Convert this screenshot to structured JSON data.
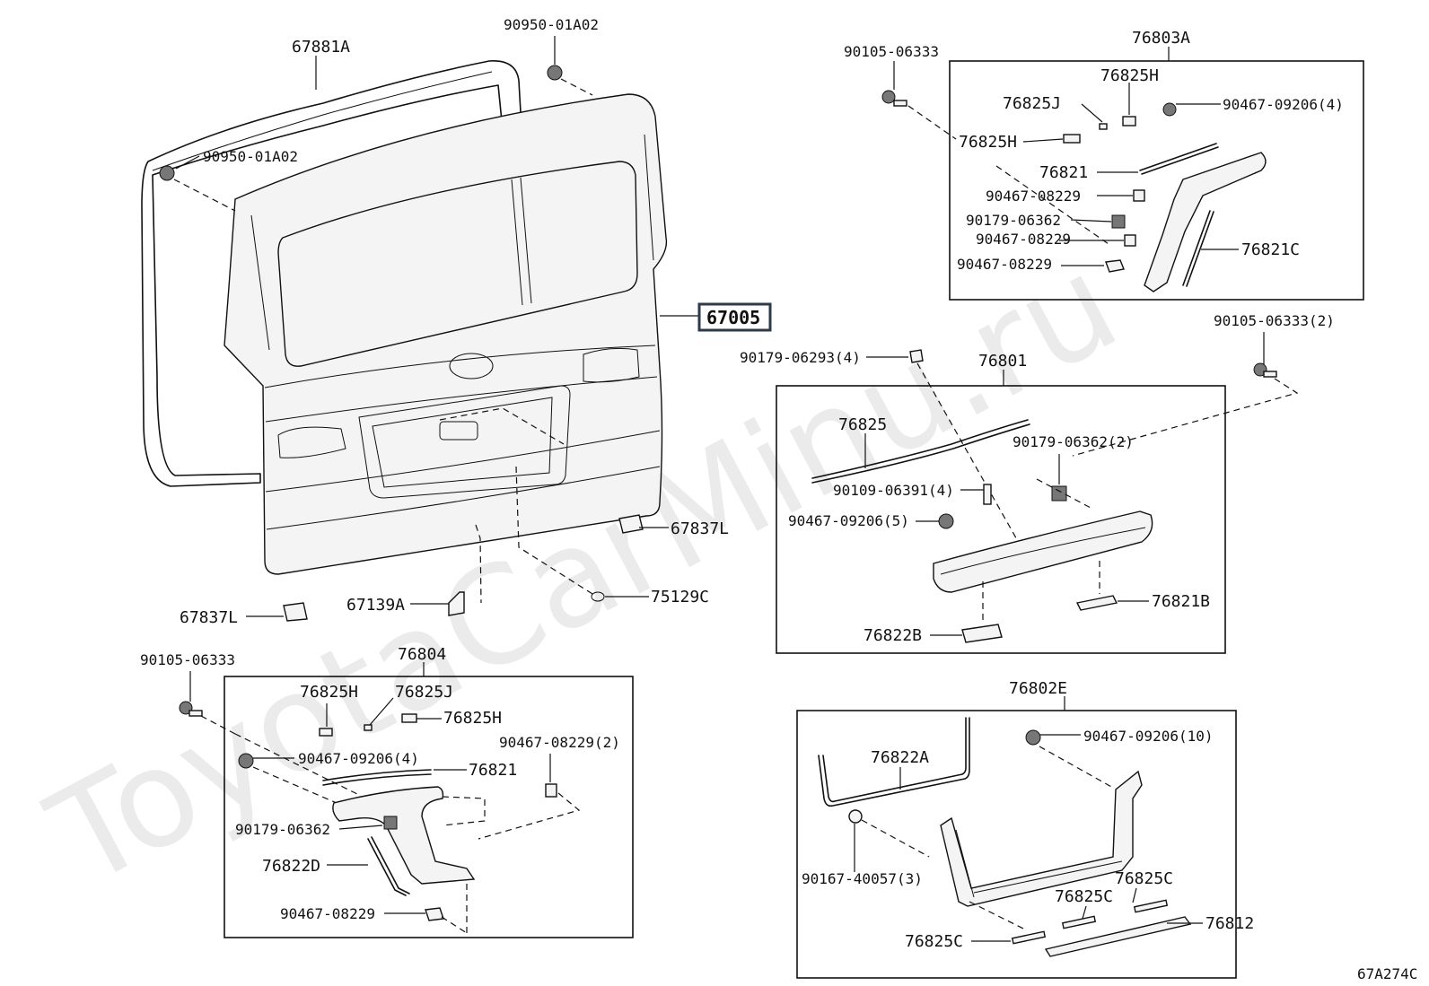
{
  "watermark": "ToyotaCarMinu.ru",
  "diagram_code": "67A274C",
  "main_part": "67005",
  "labels": {
    "l67881A": "67881A",
    "l90950_top": "90950-01A02",
    "l90950_left": "90950-01A02",
    "l67837L_right": "67837L",
    "l75129C": "75129C",
    "l67139A": "67139A",
    "l67837L_left": "67837L",
    "l90105_top": "90105-06333",
    "l76803A": "76803A",
    "l76825H_a": "76825H",
    "l76825J_a": "76825J",
    "l90467_09206_4a": "90467-09206(4)",
    "l76825H_b": "76825H",
    "l76821_a": "76821",
    "l90467_08229_a": "90467-08229",
    "l90179_06362_a": "90179-06362",
    "l90467_08229_b": "90467-08229",
    "l90467_08229_c": "90467-08229",
    "l76821C": "76821C",
    "l90105_2": "90105-06333(2)",
    "l90179_06293": "90179-06293(4)",
    "l76801": "76801",
    "l76825": "76825",
    "l90179_06362_2": "90179-06362(2)",
    "l90109": "90109-06391(4)",
    "l90467_09206_5": "90467-09206(5)",
    "l76821B": "76821B",
    "l76822B": "76822B",
    "l90105_left": "90105-06333",
    "l76804": "76804",
    "l76825H_c": "76825H",
    "l76825J_b": "76825J",
    "l76825H_d": "76825H",
    "l90467_08229_2": "90467-08229(2)",
    "l90467_09206_4b": "90467-09206(4)",
    "l76821_b": "76821",
    "l90179_06362_b": "90179-06362",
    "l76822D": "76822D",
    "l90467_08229_d": "90467-08229",
    "l76802E": "76802E",
    "l90467_09206_10": "90467-09206(10)",
    "l76822A": "76822A",
    "l90167": "90167-40057(3)",
    "l76825C_a": "76825C",
    "l76825C_b": "76825C",
    "l76825C_c": "76825C",
    "l76812": "76812"
  }
}
